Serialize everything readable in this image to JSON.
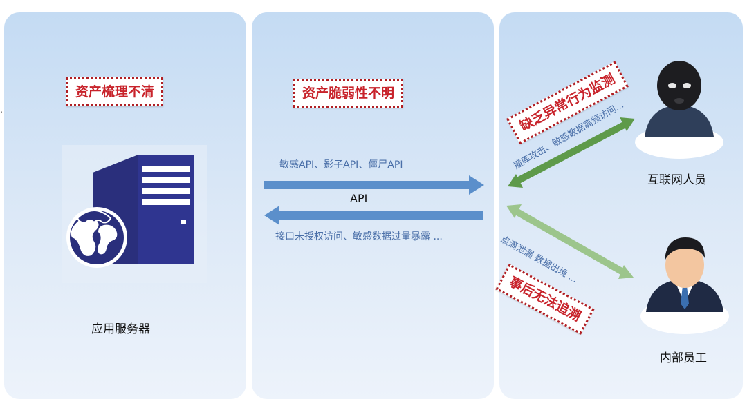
{
  "panels": {
    "left": {
      "tag": "资产梳理不清",
      "caption": "应用服务器"
    },
    "middle": {
      "tag": "资产脆弱性不明",
      "top_label": "敏感API、影子API、僵尸API",
      "center_label": "API",
      "bottom_label": "接口未授权访问、敏感数据过量暴露 ..."
    },
    "right": {
      "tag_top": "缺乏异常行为监测",
      "tag_bottom": "事后无法追溯",
      "attack_label": "撞库攻击、敏感数据高频访问...",
      "leak_label": "点滴泄漏 数据出境 ...",
      "internet_caption": "互联网人员",
      "staff_caption": "内部员工"
    }
  },
  "colors": {
    "tag_red": "#c8232b",
    "arrow_blue": "#5b8fcb",
    "arrow_green_dark": "#5e9a4a",
    "arrow_green_light": "#9cc58c",
    "server_navy": "#2a2f7c"
  }
}
